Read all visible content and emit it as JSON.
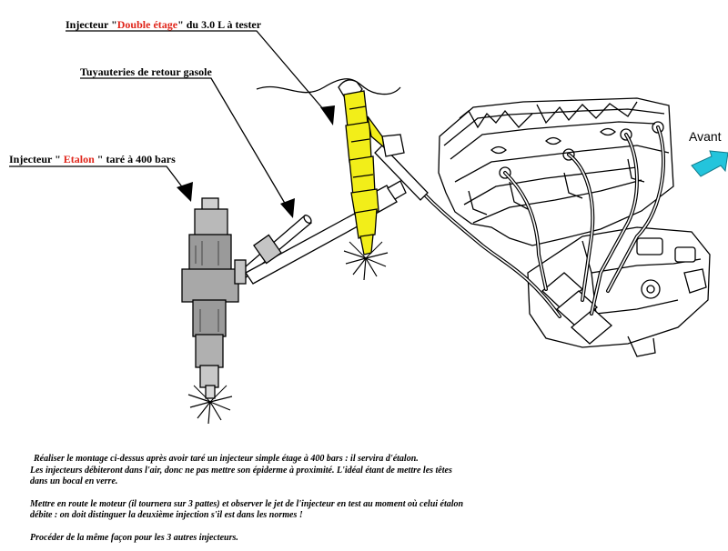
{
  "labels": {
    "double": {
      "before": "Injecteur \"",
      "highlight": "Double étage",
      "after": "\" du 3.0 L à tester"
    },
    "retour": "Tuyauteries de retour gasole",
    "etalon": {
      "before": "Injecteur \" ",
      "highlight": "Etalon",
      "after": " \" taré à 400 bars"
    },
    "avant": "Avant"
  },
  "notes": {
    "p1": "Réaliser le montage ci-dessus après avoir taré un injecteur simple étage à 400 bars : il servira d'étalon.",
    "p2": "Les injecteurs débiteront dans l'air, donc ne pas mettre son épiderme à proximité. L'idéal étant de mettre les têtes",
    "p3": "dans un bocal en verre.",
    "p4": "Mettre en route le moteur (il tournera sur 3 pattes) et observer le jet de l'injecteur en test au moment où celui étalon",
    "p5": "débite : on doit distinguer la deuxième injection s'il est dans les normes !",
    "p6": "Procéder de la même façon pour les 3 autres injecteurs."
  },
  "colors": {
    "highlight": "#e0261b",
    "injector_test": "#f2ee19",
    "arrow": "#23c4dc"
  },
  "icons": {
    "arrow": "arrow-right-icon",
    "spray": "spray-icon"
  }
}
